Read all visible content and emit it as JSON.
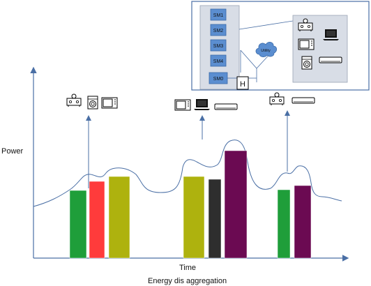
{
  "diagram": {
    "y_axis_label": "Power",
    "x_axis_label": "Time",
    "caption": "Energy dis aggregation",
    "smart_meters": [
      "SM1",
      "SM2",
      "SM3",
      "SM4",
      "SM0"
    ],
    "house_label": "H",
    "utility_label": "Utility",
    "bars": [
      {
        "group": 1,
        "color": "#1f9e3a"
      },
      {
        "group": 1,
        "color": "#ff3b3b"
      },
      {
        "group": 1,
        "color": "#aeb20e"
      },
      {
        "group": 2,
        "color": "#aeb20e"
      },
      {
        "group": 2,
        "color": "#2e2e2e"
      },
      {
        "group": 2,
        "color": "#6b0a52"
      },
      {
        "group": 3,
        "color": "#1f9e3a"
      },
      {
        "group": 3,
        "color": "#6b0a52"
      }
    ],
    "icon_groups": [
      [
        "stove-icon",
        "washing-machine-icon",
        "microwave-icon"
      ],
      [
        "microwave-icon",
        "laptop-icon",
        "air-conditioner-icon"
      ],
      [
        "stove-icon",
        "air-conditioner-icon"
      ]
    ],
    "inset_icons": [
      "stove-icon",
      "laptop-icon",
      "microwave-icon",
      "air-conditioner-icon",
      "washing-machine-icon",
      "air-conditioner-icon"
    ],
    "colors": {
      "axis": "#4a6fa5",
      "sm_box": "#5b8ed0",
      "sm_border": "#3a6aa8",
      "panel": "#d8dde6"
    }
  }
}
